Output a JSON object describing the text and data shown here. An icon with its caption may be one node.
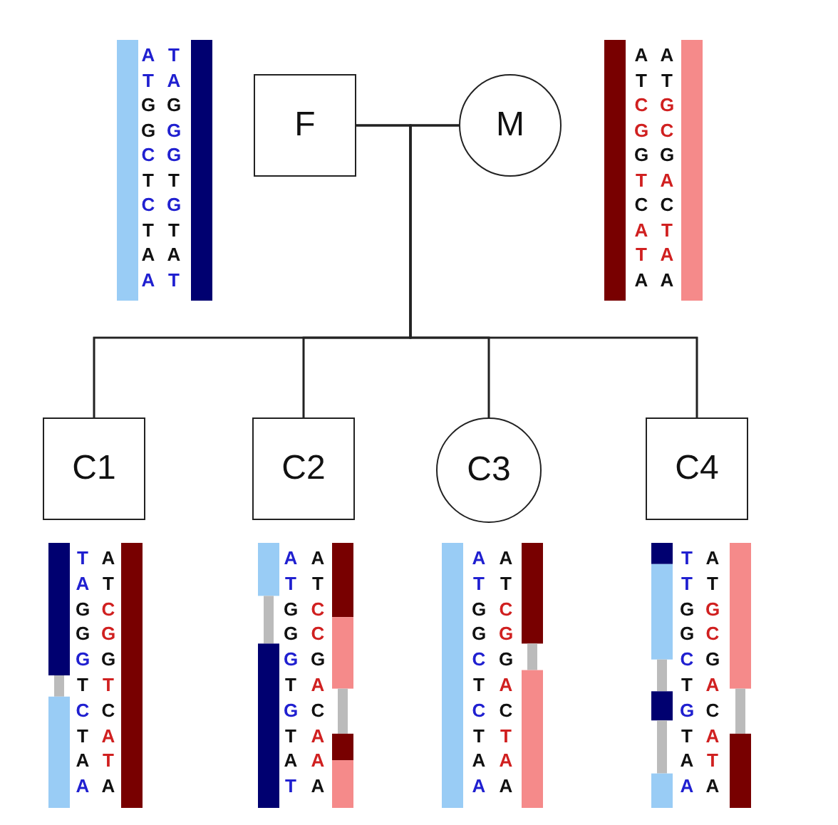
{
  "diagram": {
    "nodes": [
      {
        "text": [
          "F"
        ]
      },
      {
        "text": [
          "M"
        ]
      },
      {
        "text": [
          "C1"
        ]
      },
      {
        "text": [
          "C2"
        ]
      },
      {
        "text": [
          "C3"
        ]
      },
      {
        "text": [
          "C4"
        ]
      }
    ],
    "edges": [
      {
        "from": 0,
        "to": 1,
        "arrow": "none"
      },
      {
        "from": 0,
        "to": 2,
        "arrow": "none"
      },
      {
        "from": 0,
        "to": 3,
        "arrow": "none"
      },
      {
        "from": 0,
        "to": 4,
        "arrow": "none"
      },
      {
        "from": 0,
        "to": 5,
        "arrow": "none"
      },
      {
        "from": 1,
        "to": 2,
        "arrow": "none"
      },
      {
        "from": 1,
        "to": 3,
        "arrow": "none"
      },
      {
        "from": 1,
        "to": 4,
        "arrow": "none"
      },
      {
        "from": 1,
        "to": 5,
        "arrow": "none"
      }
    ],
    "labels": [
      "A",
      "T",
      "G",
      "G",
      "C",
      "T",
      "C",
      "T",
      "A",
      "A",
      "T",
      "A",
      "G",
      "G",
      "G",
      "T",
      "G",
      "T",
      "A",
      "T",
      "A",
      "T",
      "C",
      "G",
      "G",
      "T",
      "C",
      "A",
      "T",
      "A",
      "A",
      "T",
      "G",
      "C",
      "G",
      "A",
      "C",
      "T",
      "A",
      "A",
      "T",
      "A",
      "G",
      "G",
      "G",
      "T",
      "C",
      "T",
      "A",
      "A",
      "A",
      "T",
      "C",
      "G",
      "G",
      "T",
      "C",
      "A",
      "T",
      "A",
      "A",
      "T",
      "G",
      "G",
      "G",
      "T",
      "G",
      "T",
      "A",
      "T",
      "A",
      "T",
      "C",
      "C",
      "G",
      "A",
      "C",
      "A",
      "A",
      "A",
      "A",
      "T",
      "G",
      "G",
      "C",
      "T",
      "C",
      "T",
      "A",
      "A",
      "A",
      "T",
      "C",
      "G",
      "G",
      "A",
      "C",
      "T",
      "A",
      "A",
      "T",
      "T",
      "G",
      "G",
      "C",
      "T",
      "G",
      "T",
      "A",
      "A",
      "A",
      "T",
      "G",
      "C",
      "G",
      "A",
      "C",
      "A",
      "T",
      "A"
    ]
  }
}
